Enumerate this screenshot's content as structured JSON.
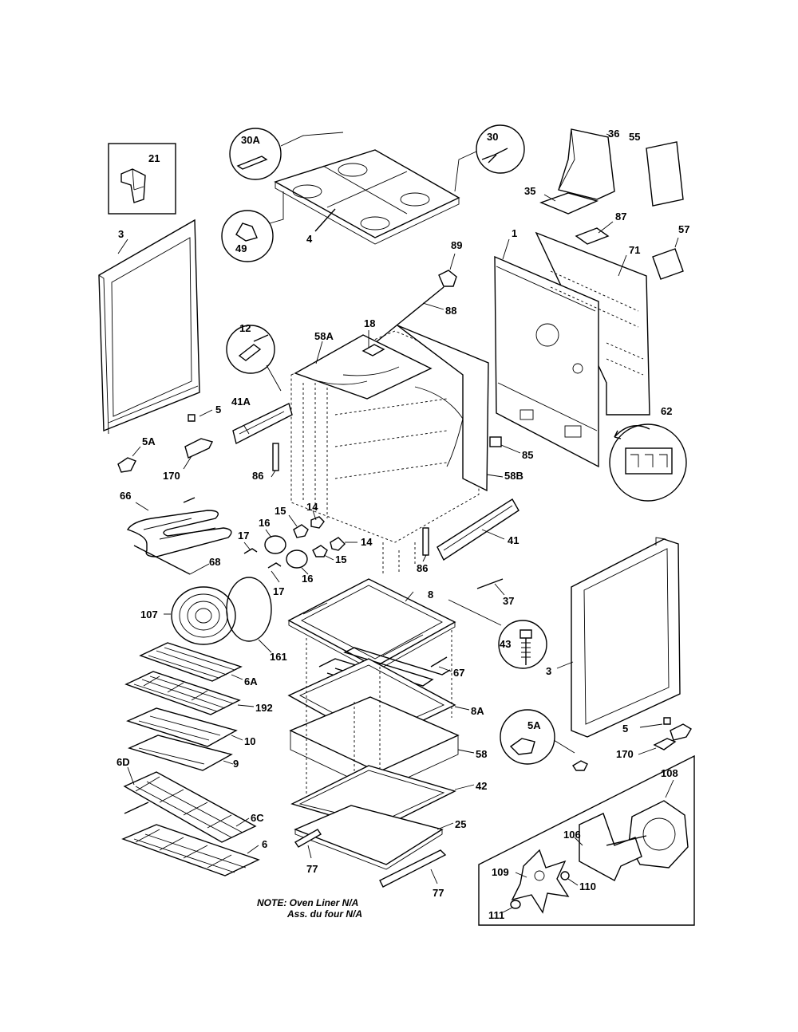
{
  "labels": {
    "p21": "21",
    "p30A": "30A",
    "p30": "30",
    "p36": "36",
    "p55": "55",
    "p35": "35",
    "p87": "87",
    "p57": "57",
    "p1": "1",
    "p71": "71",
    "p49": "49",
    "p4": "4",
    "p89": "89",
    "p88": "88",
    "p3_left": "3",
    "p18": "18",
    "p58A": "58A",
    "p12": "12",
    "p5_left": "5",
    "p41A": "41A",
    "p5A_left": "5A",
    "p170_left": "170",
    "p86_left": "86",
    "p62": "62",
    "p85": "85",
    "p58B": "58B",
    "p66": "66",
    "p15_a": "15",
    "p14_a": "14",
    "p16_a": "16",
    "p17_a": "17",
    "p14_b": "14",
    "p15_b": "15",
    "p16_b": "16",
    "p17_b": "17",
    "p68": "68",
    "p41": "41",
    "p86_right": "86",
    "p37": "37",
    "p8": "8",
    "p107": "107",
    "p161": "161",
    "p43": "43",
    "p3_right": "3",
    "p6A": "6A",
    "p67": "67",
    "p192": "192",
    "p8A": "8A",
    "p10": "10",
    "p9": "9",
    "p58": "58",
    "p5A_right": "5A",
    "p5_right": "5",
    "p170_right": "170",
    "p6D": "6D",
    "p6C": "6C",
    "p42": "42",
    "p108": "108",
    "p25": "25",
    "p6": "6",
    "p106": "106",
    "p77_a": "77",
    "p109": "109",
    "p110": "110",
    "p77_b": "77",
    "p111": "111"
  },
  "note": {
    "line1": "NOTE: Oven Liner N/A",
    "line2": "Ass. du four N/A"
  }
}
